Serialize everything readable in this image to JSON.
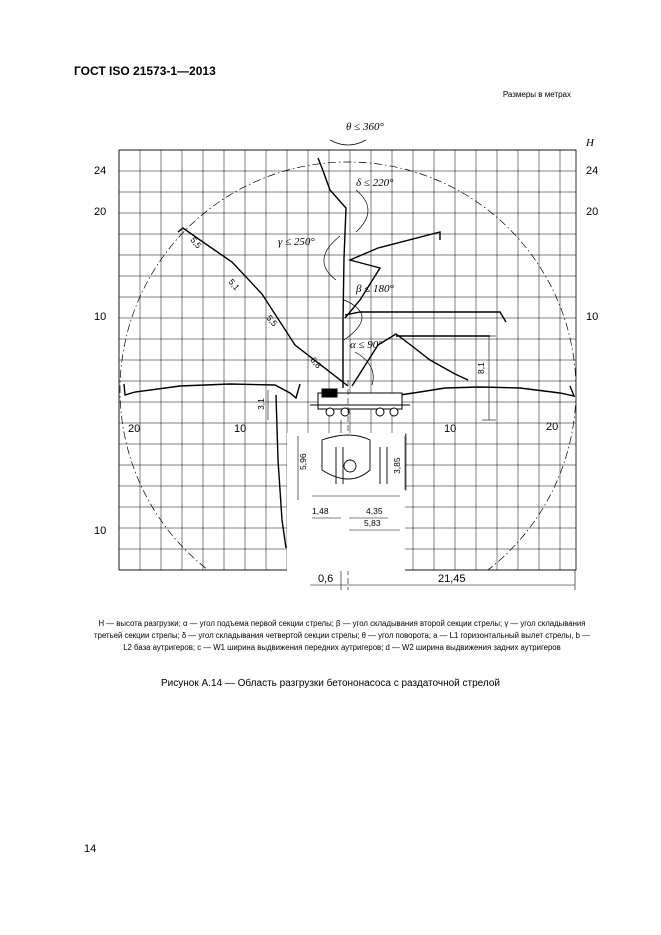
{
  "header": {
    "doc_code": "ГОСТ ISO 21573-1—2013"
  },
  "units_note": "Размеры в метрах",
  "figure": {
    "angles": {
      "theta": "θ ≤ 360°",
      "delta": "δ ≤ 220°",
      "gamma": "γ ≤ 250°",
      "beta": "β ≤ 180°",
      "alpha": "α ≤ 90°"
    },
    "h_axis_label": "H",
    "left_height_ticks": [
      "24",
      "20",
      "10"
    ],
    "right_height_ticks": [
      "24",
      "20",
      "10"
    ],
    "horizontal_ticks": [
      "20",
      "10",
      "10",
      "20"
    ],
    "depth_tick": "10",
    "dimensions": {
      "d_8_1": "8,1",
      "d_3_1": "3,1",
      "d_5_96": "5,96",
      "d_3_85": "3,85",
      "d_1_48": "1,48",
      "d_4_35": "4,35",
      "d_5_83": "5,83",
      "d_0_6": "0,6",
      "d_21_45": "21,45"
    },
    "boom_lengths": [
      "5,5",
      "5,1",
      "5,5",
      "6,8"
    ]
  },
  "legend_text": "H — высота разгрузки; α — угол подъема первой секции стрелы; β — угол складывания второй секции стрелы; γ — угол складывания третьей секции стрелы; δ — угол складывания четвертой секции стрелы; θ — угол поворота; a — L1 горизонтальный вылет стрелы, b — L2 база аутригеров; c — W1 ширина выдвижения передних аутригеров; d — W2 ширина выдвижения задних аутригеров",
  "caption": "Рисунок А.14 — Область разгрузки бетононасоса с раздаточной стрелой",
  "page_number": "14"
}
